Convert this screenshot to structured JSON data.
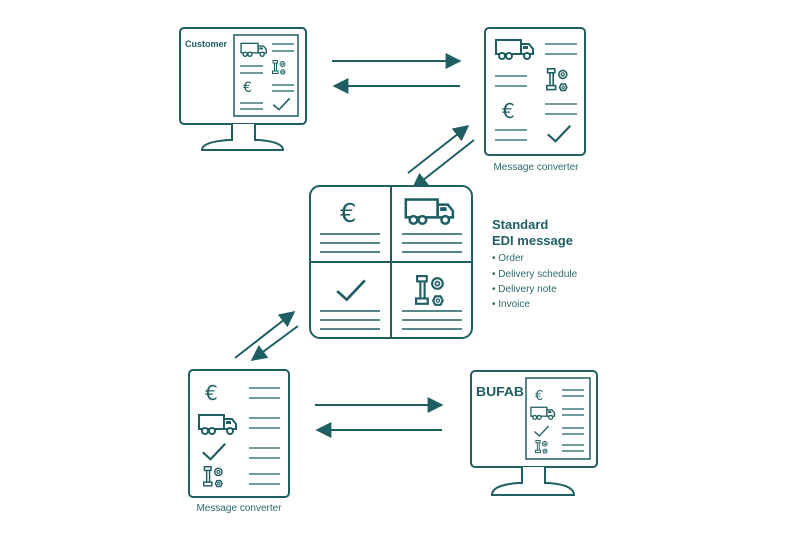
{
  "customer": {
    "label": "Customer"
  },
  "converter_top": {
    "label": "Message converter"
  },
  "converter_bottom": {
    "label": "Message converter"
  },
  "supplier": {
    "logo": "BUFAB"
  },
  "edi": {
    "title_line1": "Standard",
    "title_line2": "EDI message",
    "items": [
      "• Order",
      "• Delivery schedule",
      "• Delivery note",
      "• Invoice"
    ]
  },
  "icons": {
    "euro": "euro-icon",
    "truck": "truck-icon",
    "check": "checkmark-icon",
    "parts": "bolt-nut-icon"
  },
  "colors": {
    "primary": "#1f5f63"
  }
}
